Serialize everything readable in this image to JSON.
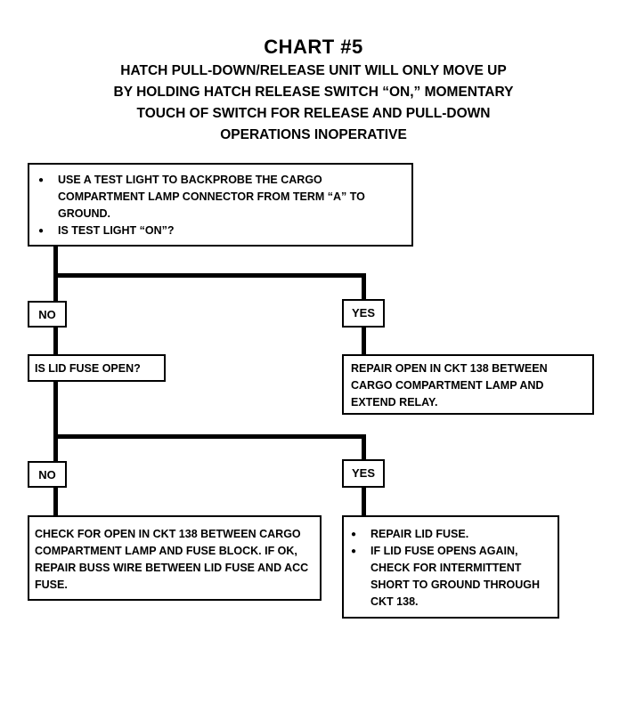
{
  "title": "CHART #5",
  "subtitle_lines": [
    "HATCH PULL-DOWN/RELEASE UNIT WILL ONLY MOVE UP",
    "BY HOLDING HATCH RELEASE SWITCH “ON,” MOMENTARY",
    "TOUCH OF SWITCH FOR RELEASE AND PULL-DOWN",
    "OPERATIONS INOPERATIVE"
  ],
  "step1": {
    "items": [
      "USE A TEST LIGHT TO BACKPROBE THE CARGO COMPARTMENT LAMP CONNECTOR FROM TERM “A” TO GROUND.",
      "IS TEST LIGHT “ON”?"
    ]
  },
  "branch1": {
    "no": "NO",
    "yes": "YES"
  },
  "question2": "IS LID FUSE OPEN?",
  "yes1_action": "REPAIR OPEN IN CKT 138 BETWEEN CARGO COMPARTMENT LAMP AND EXTEND RELAY.",
  "branch2": {
    "no": "NO",
    "yes": "YES"
  },
  "no2_action": "CHECK FOR OPEN IN CKT 138 BETWEEN CARGO COMPARTMENT LAMP AND FUSE BLOCK.  IF OK, REPAIR BUSS WIRE BETWEEN LID FUSE AND ACC FUSE.",
  "yes2_action": {
    "items": [
      "REPAIR LID FUSE.",
      "IF LID FUSE OPENS AGAIN, CHECK FOR INTERMITTENT SHORT TO GROUND THROUGH CKT 138."
    ]
  }
}
